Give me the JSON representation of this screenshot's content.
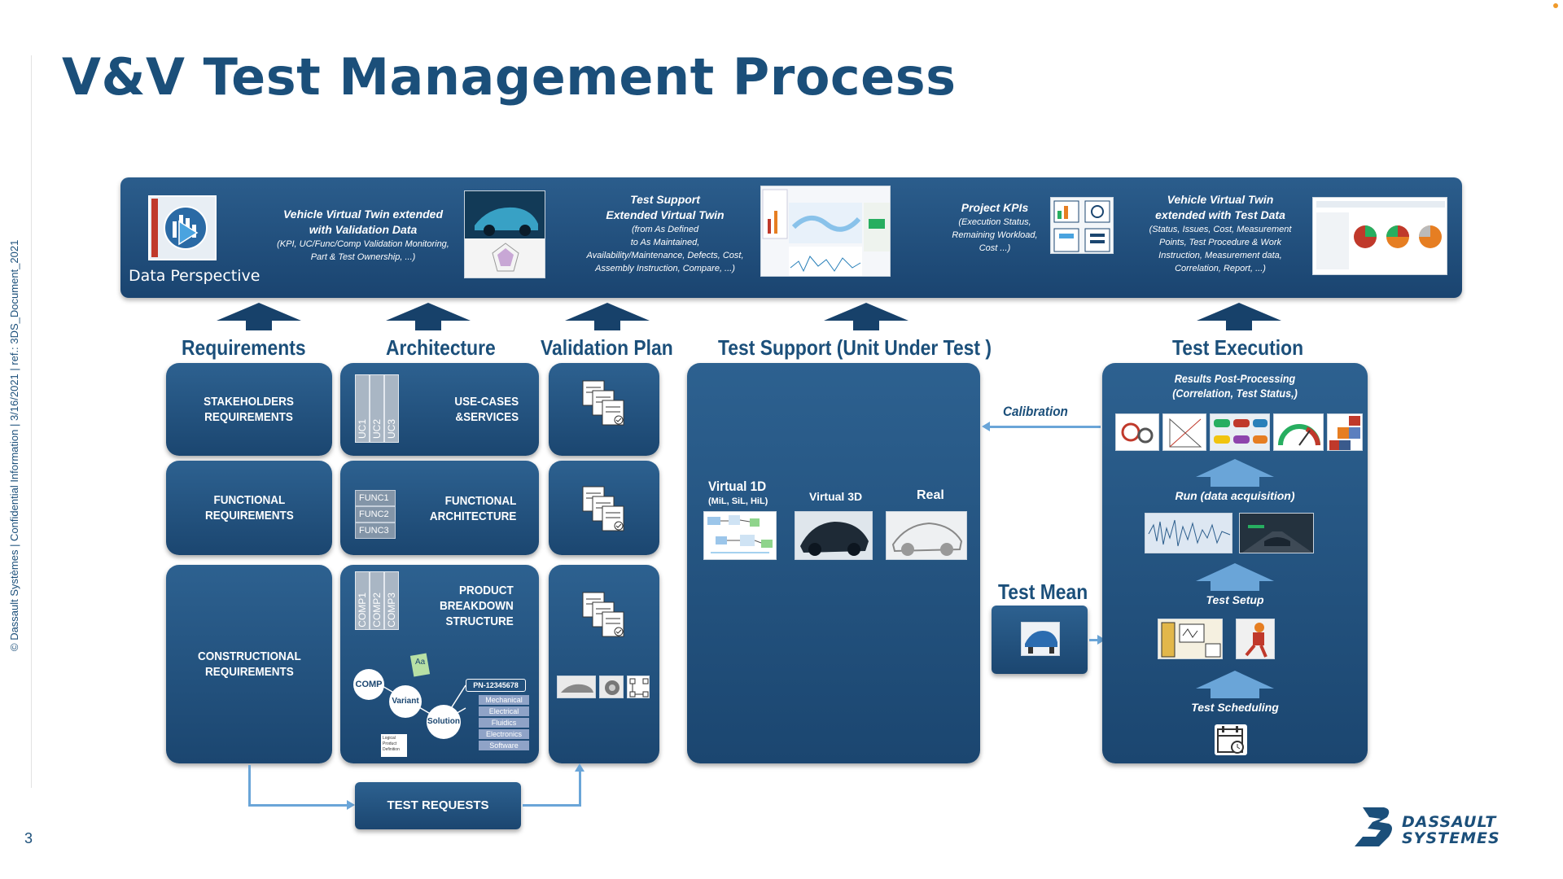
{
  "title": "V&V Test Management Process",
  "side_text": "© Dassault Systèmes | Confidential Information | 3/16/2021 | ref.: 3DS_Document_2021",
  "page_number": "3",
  "brand": {
    "line1": "DASSAULT",
    "line2": "SYSTEMES",
    "color": "#1b4f7a"
  },
  "banner": {
    "label": "Data Perspective",
    "items": [
      {
        "heading": "Vehicle Virtual Twin extended\nwith Validation Data",
        "detail": "(KPI, UC/Func/Comp Validation Monitoring,\nPart & Test Ownership, ...)"
      },
      {
        "heading": "Test Support\nExtended Virtual Twin",
        "detail": "(from As Defined\nto As Maintained,\nAvailability/Maintenance, Defects, Cost,\nAssembly Instruction, Compare, ...)"
      },
      {
        "heading": "Project KPIs",
        "detail": "(Execution Status,\nRemaining Workload,\nCost ...)"
      },
      {
        "heading": "Vehicle Virtual Twin\nextended with Test Data",
        "detail": "(Status, Issues, Cost, Measurement\nPoints, Test Procedure & Work\nInstruction, Measurement data,\nCorrelation, Report, ...)"
      }
    ]
  },
  "columns": {
    "requirements": {
      "header": "Requirements",
      "boxes": [
        "STAKEHOLDERS\nREQUIREMENTS",
        "FUNCTIONAL\nREQUIREMENTS",
        "CONSTRUCTIONAL\nREQUIREMENTS"
      ]
    },
    "architecture": {
      "header": "Architecture",
      "use_cases": {
        "label": "USE-CASES\n&SERVICES",
        "cells": [
          "UC1",
          "UC2",
          "UC3"
        ]
      },
      "functional": {
        "label": "FUNCTIONAL\nARCHITECTURE",
        "cells": [
          "FUNC1",
          "FUNC2",
          "FUNC3"
        ]
      },
      "product": {
        "label": "PRODUCT\nBREAKDOWN\nSTRUCTURE",
        "cells": [
          "COMP1",
          "COMP2",
          "COMP3"
        ],
        "nodes": [
          "COMP",
          "Variant",
          "Solution"
        ],
        "part_number": "PN-12345678",
        "disciplines": [
          "Mechanical",
          "Electrical",
          "Fluidics",
          "Electronics",
          "Software"
        ],
        "logical_def": "Logical\nProduct\nDefinition",
        "aa": "Aa"
      }
    },
    "validation_plan": {
      "header": "Validation Plan"
    },
    "test_support": {
      "header": "Test Support (Unit Under Test )",
      "virtual1d": "Virtual 1D",
      "virtual1d_sub": "(MiL, SiL, HiL)",
      "virtual3d": "Virtual 3D",
      "real": "Real",
      "calibration": "Calibration"
    },
    "test_mean": {
      "header": "Test Mean"
    },
    "test_execution": {
      "header": "Test Execution",
      "results": "Results Post-Processing\n(Correlation, Test Status,)",
      "run": "Run (data acquisition)",
      "setup": "Test Setup",
      "scheduling": "Test Scheduling"
    }
  },
  "test_requests": "TEST REQUESTS",
  "colors": {
    "dark_blue": "#1b4670",
    "title_blue": "#1b4f7a",
    "light_blue_arrow": "#6aa5d8"
  }
}
